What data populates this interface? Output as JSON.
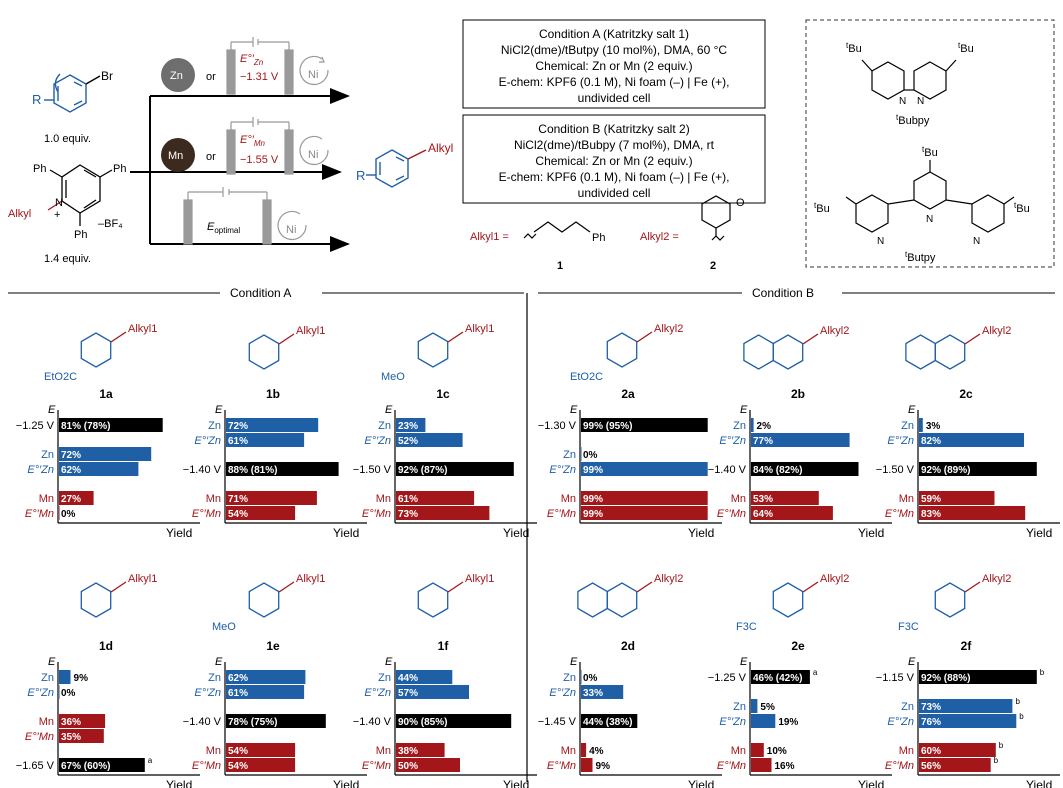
{
  "colors": {
    "blue": "#1f5fa6",
    "red": "#a3171b",
    "black": "#000000",
    "gray": "#9a9a9a"
  },
  "reaction": {
    "aryl_label": "R",
    "aryl_sub": "Br",
    "aryl_equiv": "1.0 equiv.",
    "salt_ph1": "Ph",
    "salt_ph2": "Ph",
    "salt_ph3": "Ph",
    "salt_alkyl": "Alkyl",
    "salt_n": "N",
    "salt_plus": "+",
    "salt_bf4": "–BF₄",
    "salt_equiv": "1.4 equiv.",
    "product_r": "R",
    "product_alkyl": "Alkyl",
    "row1": {
      "metal": "Zn",
      "or": "or",
      "e_label": "E°′Zn",
      "e_value": "−1.31 V",
      "ni": "Ni"
    },
    "row2": {
      "metal": "Mn",
      "or": "or",
      "e_label": "E°′Mn",
      "e_value": "−1.55 V",
      "ni": "Ni"
    },
    "row3": {
      "e_label": "Eoptimal",
      "ni": "Ni"
    }
  },
  "conditionA_box": [
    "Condition A (Katritzky salt 1)",
    "NiCl2(dme)/tButpy (10 mol%), DMA, 60 °C",
    "Chemical: Zn or Mn (2 equiv.)",
    "E-chem: KPF6 (0.1 M), Ni foam (–) | Fe (+),",
    "undivided cell"
  ],
  "conditionB_box": [
    "Condition B (Katritzky salt 2)",
    "NiCl2(dme)/tBubpy (7 mol%), DMA, rt",
    "Chemical: Zn or Mn (2 equiv.)",
    "E-chem: KPF6 (0.1 M), Ni foam (–) | Fe (+),",
    "undivided cell"
  ],
  "alkyls": {
    "a1_label": "Alkyl1 =",
    "a1_ph": "Ph",
    "a1_num": "1",
    "a2_label": "Alkyl2 =",
    "a2_o": "O",
    "a2_num": "2"
  },
  "ligands": {
    "bubpy": "tBubpy",
    "butpy": "tButpy",
    "tbu": "tBu",
    "n": "N"
  },
  "sections": {
    "a": "Condition A",
    "b": "Condition B"
  },
  "axis": {
    "e": "E",
    "yield": "Yield"
  },
  "chart_data": [
    {
      "type": "bar",
      "id": "1a",
      "sub": "EtO2C",
      "alkyl": "Alkyl1",
      "bars": [
        {
          "label": "−1.25 V",
          "kind": "E",
          "text": "81% (78%)",
          "value": 81
        },
        {
          "label": "Zn",
          "kind": "Zn",
          "text": "72%",
          "value": 72
        },
        {
          "label": "E°′Zn",
          "kind": "Zn",
          "text": "62%",
          "value": 62
        },
        {
          "label": "Mn",
          "kind": "Mn",
          "text": "27%",
          "value": 27
        },
        {
          "label": "E°′Mn",
          "kind": "Mn",
          "text": "0%",
          "value": 0
        }
      ]
    },
    {
      "type": "bar",
      "id": "1b",
      "sub": "",
      "alkyl": "Alkyl1",
      "bars": [
        {
          "label": "Zn",
          "kind": "Zn",
          "text": "72%",
          "value": 72
        },
        {
          "label": "E°′Zn",
          "kind": "Zn",
          "text": "61%",
          "value": 61
        },
        {
          "label": "−1.40 V",
          "kind": "E",
          "text": "88% (81%)",
          "value": 88
        },
        {
          "label": "Mn",
          "kind": "Mn",
          "text": "71%",
          "value": 71
        },
        {
          "label": "E°′Mn",
          "kind": "Mn",
          "text": "54%",
          "value": 54
        }
      ]
    },
    {
      "type": "bar",
      "id": "1c",
      "sub": "MeO",
      "alkyl": "Alkyl1",
      "bars": [
        {
          "label": "Zn",
          "kind": "Zn",
          "text": "23%",
          "value": 23
        },
        {
          "label": "E°′Zn",
          "kind": "Zn",
          "text": "52%",
          "value": 52
        },
        {
          "label": "−1.50 V",
          "kind": "E",
          "text": "92% (87%)",
          "value": 92
        },
        {
          "label": "Mn",
          "kind": "Mn",
          "text": "61%",
          "value": 61
        },
        {
          "label": "E°′Mn",
          "kind": "Mn",
          "text": "73%",
          "value": 73
        }
      ]
    },
    {
      "type": "bar",
      "id": "2a",
      "sub": "EtO2C",
      "alkyl": "Alkyl2",
      "bars": [
        {
          "label": "−1.30 V",
          "kind": "E",
          "text": "99% (95%)",
          "value": 99
        },
        {
          "label": "Zn",
          "kind": "Zn",
          "text": "0%",
          "value": 0
        },
        {
          "label": "E°′Zn",
          "kind": "Zn",
          "text": "99%",
          "value": 99
        },
        {
          "label": "Mn",
          "kind": "Mn",
          "text": "99%",
          "value": 99
        },
        {
          "label": "E°′Mn",
          "kind": "Mn",
          "text": "99%",
          "value": 99
        }
      ]
    },
    {
      "type": "bar",
      "id": "2b",
      "sub": "",
      "alkyl": "Alkyl2",
      "bars": [
        {
          "label": "Zn",
          "kind": "Zn",
          "text": "2%",
          "value": 2
        },
        {
          "label": "E°′Zn",
          "kind": "Zn",
          "text": "77%",
          "value": 77
        },
        {
          "label": "−1.40 V",
          "kind": "E",
          "text": "84% (82%)",
          "value": 84
        },
        {
          "label": "Mn",
          "kind": "Mn",
          "text": "53%",
          "value": 53
        },
        {
          "label": "E°′Mn",
          "kind": "Mn",
          "text": "64%",
          "value": 64
        }
      ]
    },
    {
      "type": "bar",
      "id": "2c",
      "sub": "",
      "alkyl": "Alkyl2",
      "bars": [
        {
          "label": "Zn",
          "kind": "Zn",
          "text": "3%",
          "value": 3
        },
        {
          "label": "E°′Zn",
          "kind": "Zn",
          "text": "82%",
          "value": 82
        },
        {
          "label": "−1.50 V",
          "kind": "E",
          "text": "92% (89%)",
          "value": 92
        },
        {
          "label": "Mn",
          "kind": "Mn",
          "text": "59%",
          "value": 59
        },
        {
          "label": "E°′Mn",
          "kind": "Mn",
          "text": "83%",
          "value": 83
        }
      ]
    },
    {
      "type": "bar",
      "id": "1d",
      "sub": "",
      "alkyl": "Alkyl1",
      "bars": [
        {
          "label": "Zn",
          "kind": "Zn",
          "text": "9%",
          "value": 9
        },
        {
          "label": "E°′Zn",
          "kind": "Zn",
          "text": "0%",
          "value": 0
        },
        {
          "label": "Mn",
          "kind": "Mn",
          "text": "36%",
          "value": 36
        },
        {
          "label": "E°′Mn",
          "kind": "Mn",
          "text": "35%",
          "value": 35
        },
        {
          "label": "−1.65 V",
          "kind": "E",
          "text": "67% (60%)",
          "value": 67,
          "note": "a"
        }
      ]
    },
    {
      "type": "bar",
      "id": "1e",
      "sub": "MeO",
      "alkyl": "Alkyl1",
      "bars": [
        {
          "label": "Zn",
          "kind": "Zn",
          "text": "62%",
          "value": 62
        },
        {
          "label": "E°′Zn",
          "kind": "Zn",
          "text": "61%",
          "value": 61
        },
        {
          "label": "−1.40 V",
          "kind": "E",
          "text": "78% (75%)",
          "value": 78
        },
        {
          "label": "Mn",
          "kind": "Mn",
          "text": "54%",
          "value": 54
        },
        {
          "label": "E°′Mn",
          "kind": "Mn",
          "text": "54%",
          "value": 54
        }
      ]
    },
    {
      "type": "bar",
      "id": "1f",
      "sub": "",
      "alkyl": "Alkyl1",
      "bars": [
        {
          "label": "Zn",
          "kind": "Zn",
          "text": "44%",
          "value": 44
        },
        {
          "label": "E°′Zn",
          "kind": "Zn",
          "text": "57%",
          "value": 57
        },
        {
          "label": "−1.40 V",
          "kind": "E",
          "text": "90% (85%)",
          "value": 90
        },
        {
          "label": "Mn",
          "kind": "Mn",
          "text": "38%",
          "value": 38
        },
        {
          "label": "E°′Mn",
          "kind": "Mn",
          "text": "50%",
          "value": 50
        }
      ]
    },
    {
      "type": "bar",
      "id": "2d",
      "sub": "",
      "alkyl": "Alkyl2",
      "bars": [
        {
          "label": "Zn",
          "kind": "Zn",
          "text": "0%",
          "value": 0
        },
        {
          "label": "E°′Zn",
          "kind": "Zn",
          "text": "33%",
          "value": 33
        },
        {
          "label": "−1.45 V",
          "kind": "E",
          "text": "44% (38%)",
          "value": 44
        },
        {
          "label": "Mn",
          "kind": "Mn",
          "text": "4%",
          "value": 4
        },
        {
          "label": "E°′Mn",
          "kind": "Mn",
          "text": "9%",
          "value": 9
        }
      ]
    },
    {
      "type": "bar",
      "id": "2e",
      "sub": "F3C",
      "alkyl": "Alkyl2",
      "bars": [
        {
          "label": "−1.25 V",
          "kind": "E",
          "text": "46% (42%)",
          "value": 46,
          "note": "a"
        },
        {
          "label": "Zn",
          "kind": "Zn",
          "text": "5%",
          "value": 5
        },
        {
          "label": "E°′Zn",
          "kind": "Zn",
          "text": "19%",
          "value": 19
        },
        {
          "label": "Mn",
          "kind": "Mn",
          "text": "10%",
          "value": 10
        },
        {
          "label": "E°′Mn",
          "kind": "Mn",
          "text": "16%",
          "value": 16
        }
      ]
    },
    {
      "type": "bar",
      "id": "2f",
      "sub": "F3C",
      "alkyl": "Alkyl2",
      "bars": [
        {
          "label": "−1.15 V",
          "kind": "E",
          "text": "92% (88%)",
          "value": 92,
          "note": "b"
        },
        {
          "label": "Zn",
          "kind": "Zn",
          "text": "73%",
          "value": 73,
          "note": "b"
        },
        {
          "label": "E°′Zn",
          "kind": "Zn",
          "text": "76%",
          "value": 76,
          "note": "b"
        },
        {
          "label": "Mn",
          "kind": "Mn",
          "text": "60%",
          "value": 60,
          "note": "b"
        },
        {
          "label": "E°′Mn",
          "kind": "Mn",
          "text": "56%",
          "value": 56,
          "note": "b"
        }
      ]
    }
  ]
}
